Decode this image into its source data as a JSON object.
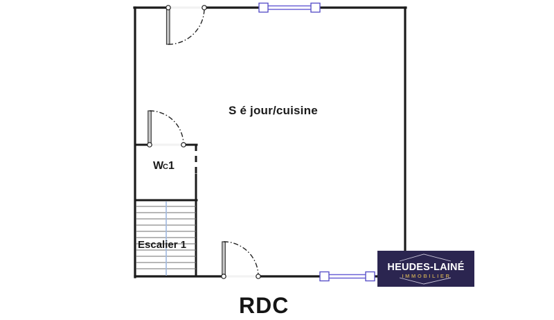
{
  "plan": {
    "title": "RDC",
    "rooms": [
      {
        "id": "sejour",
        "label": "S é jour/cuisine"
      },
      {
        "id": "wc",
        "label_main": "W",
        "label_small": "C",
        "label_num": " 1",
        "label_full": "WC 1"
      },
      {
        "id": "escalier",
        "label": "Escalier 1"
      }
    ],
    "openings": [
      {
        "id": "door-top-left",
        "type": "door",
        "wall": "top"
      },
      {
        "id": "window-top",
        "type": "window",
        "wall": "top"
      },
      {
        "id": "door-wc",
        "type": "door",
        "wall": "wc-top"
      },
      {
        "id": "door-bottom",
        "type": "door",
        "wall": "bottom"
      },
      {
        "id": "window-bottom",
        "type": "window",
        "wall": "bottom"
      }
    ],
    "stairs": {
      "id": "escalier-1",
      "tread_count": 12
    },
    "colors": {
      "wall": "#1b1b1b",
      "window": "#5a52c8",
      "stair_centerline": "#9fb8e0",
      "background": "#ffffff",
      "logo_plate": "#2b2550",
      "logo_accent": "#b79a55"
    }
  },
  "logo": {
    "name": "HEUDES-LAINÉ",
    "subtitle": "IMMOBILIER"
  }
}
